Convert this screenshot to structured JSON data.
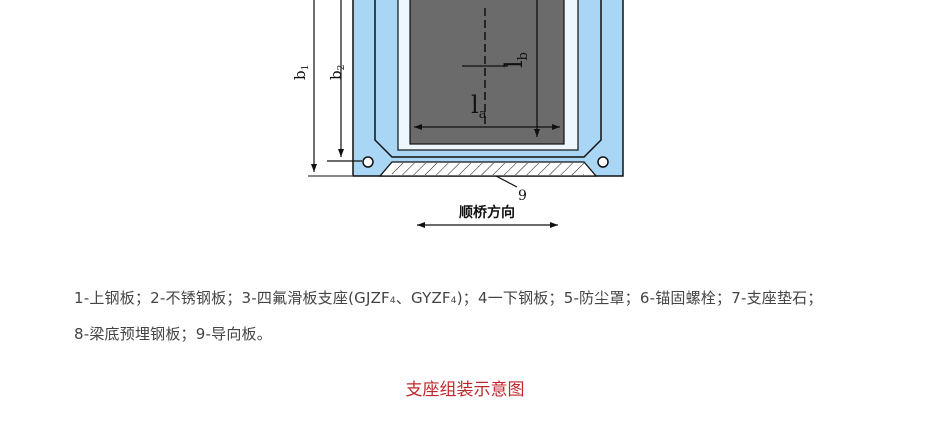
{
  "diagram": {
    "labels": {
      "la": "l",
      "la_sub": "a",
      "lb": "l",
      "lb_sub": "b",
      "b1": "b",
      "b1_sub": "1",
      "b2": "b",
      "b2_sub": "2",
      "part9": "9",
      "direction": "顺桥方向"
    },
    "colors": {
      "outer_plate": "#a9d6f5",
      "inner_block": "#6b6b6b",
      "stroke": "#111111"
    }
  },
  "legend": {
    "line1_a": "1-上钢板；2-不锈钢板；3-四氟滑板支座(GJZF",
    "sub_a": "4",
    "line1_b": "、GYZF",
    "sub_b": "4",
    "line1_c": ")；4一下钢板；5-防尘罩；6-锚固螺栓；7-支座垫石；",
    "line2": "8-梁底预埋钢板；9-导向板。"
  },
  "figure_title": "支座组装示意图"
}
